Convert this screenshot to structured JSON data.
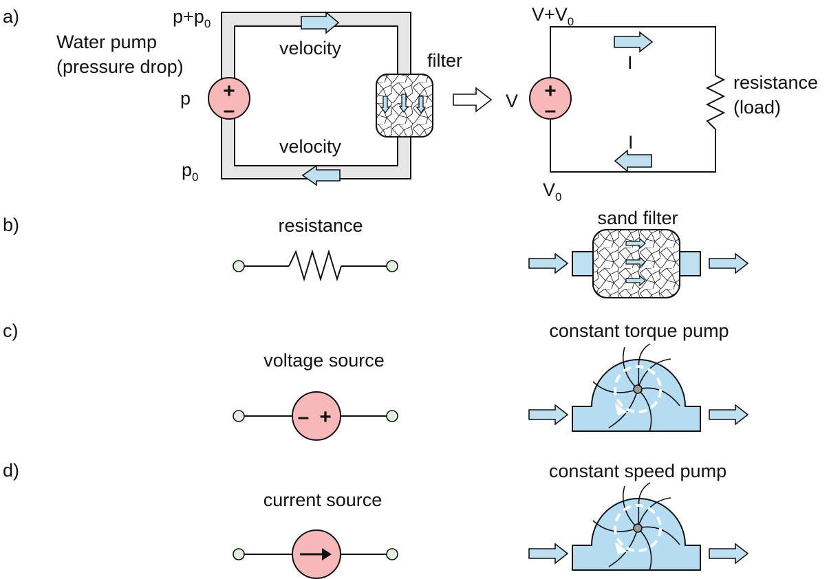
{
  "panels": {
    "a": "a)",
    "b": "b)",
    "c": "c)",
    "d": "d)"
  },
  "hydraulic": {
    "pump_title": "Water pump",
    "pump_subtitle": "(pressure drop)",
    "p_top_base": "p+p",
    "p_top_sub": "0",
    "p_mid": "p",
    "p_bottom_base": "p",
    "p_bottom_sub": "0",
    "velocity_top": "velocity",
    "velocity_bottom": "velocity",
    "filter": "filter"
  },
  "electric": {
    "v_top_base": "V+V",
    "v_top_sub": "0",
    "v_mid": "V",
    "v_bottom_base": "V",
    "v_bottom_sub": "0",
    "current_top": "I",
    "current_bottom": "I",
    "load_line1": "resistance",
    "load_line2": "(load)"
  },
  "signs": {
    "plus": "+",
    "minus": "–"
  },
  "rows": {
    "b": {
      "left": "resistance",
      "right": "sand filter"
    },
    "c": {
      "left": "voltage source",
      "right": "constant torque pump"
    },
    "d": {
      "left": "current source",
      "right": "constant speed pump"
    }
  },
  "colors": {
    "pipe_fill": "#e6e6e6",
    "water": "#bfe0f1",
    "source": "#f6b8b8",
    "terminal": "#dff0dc",
    "pump_body": "#b5dcf0",
    "stroke": "#111111"
  }
}
